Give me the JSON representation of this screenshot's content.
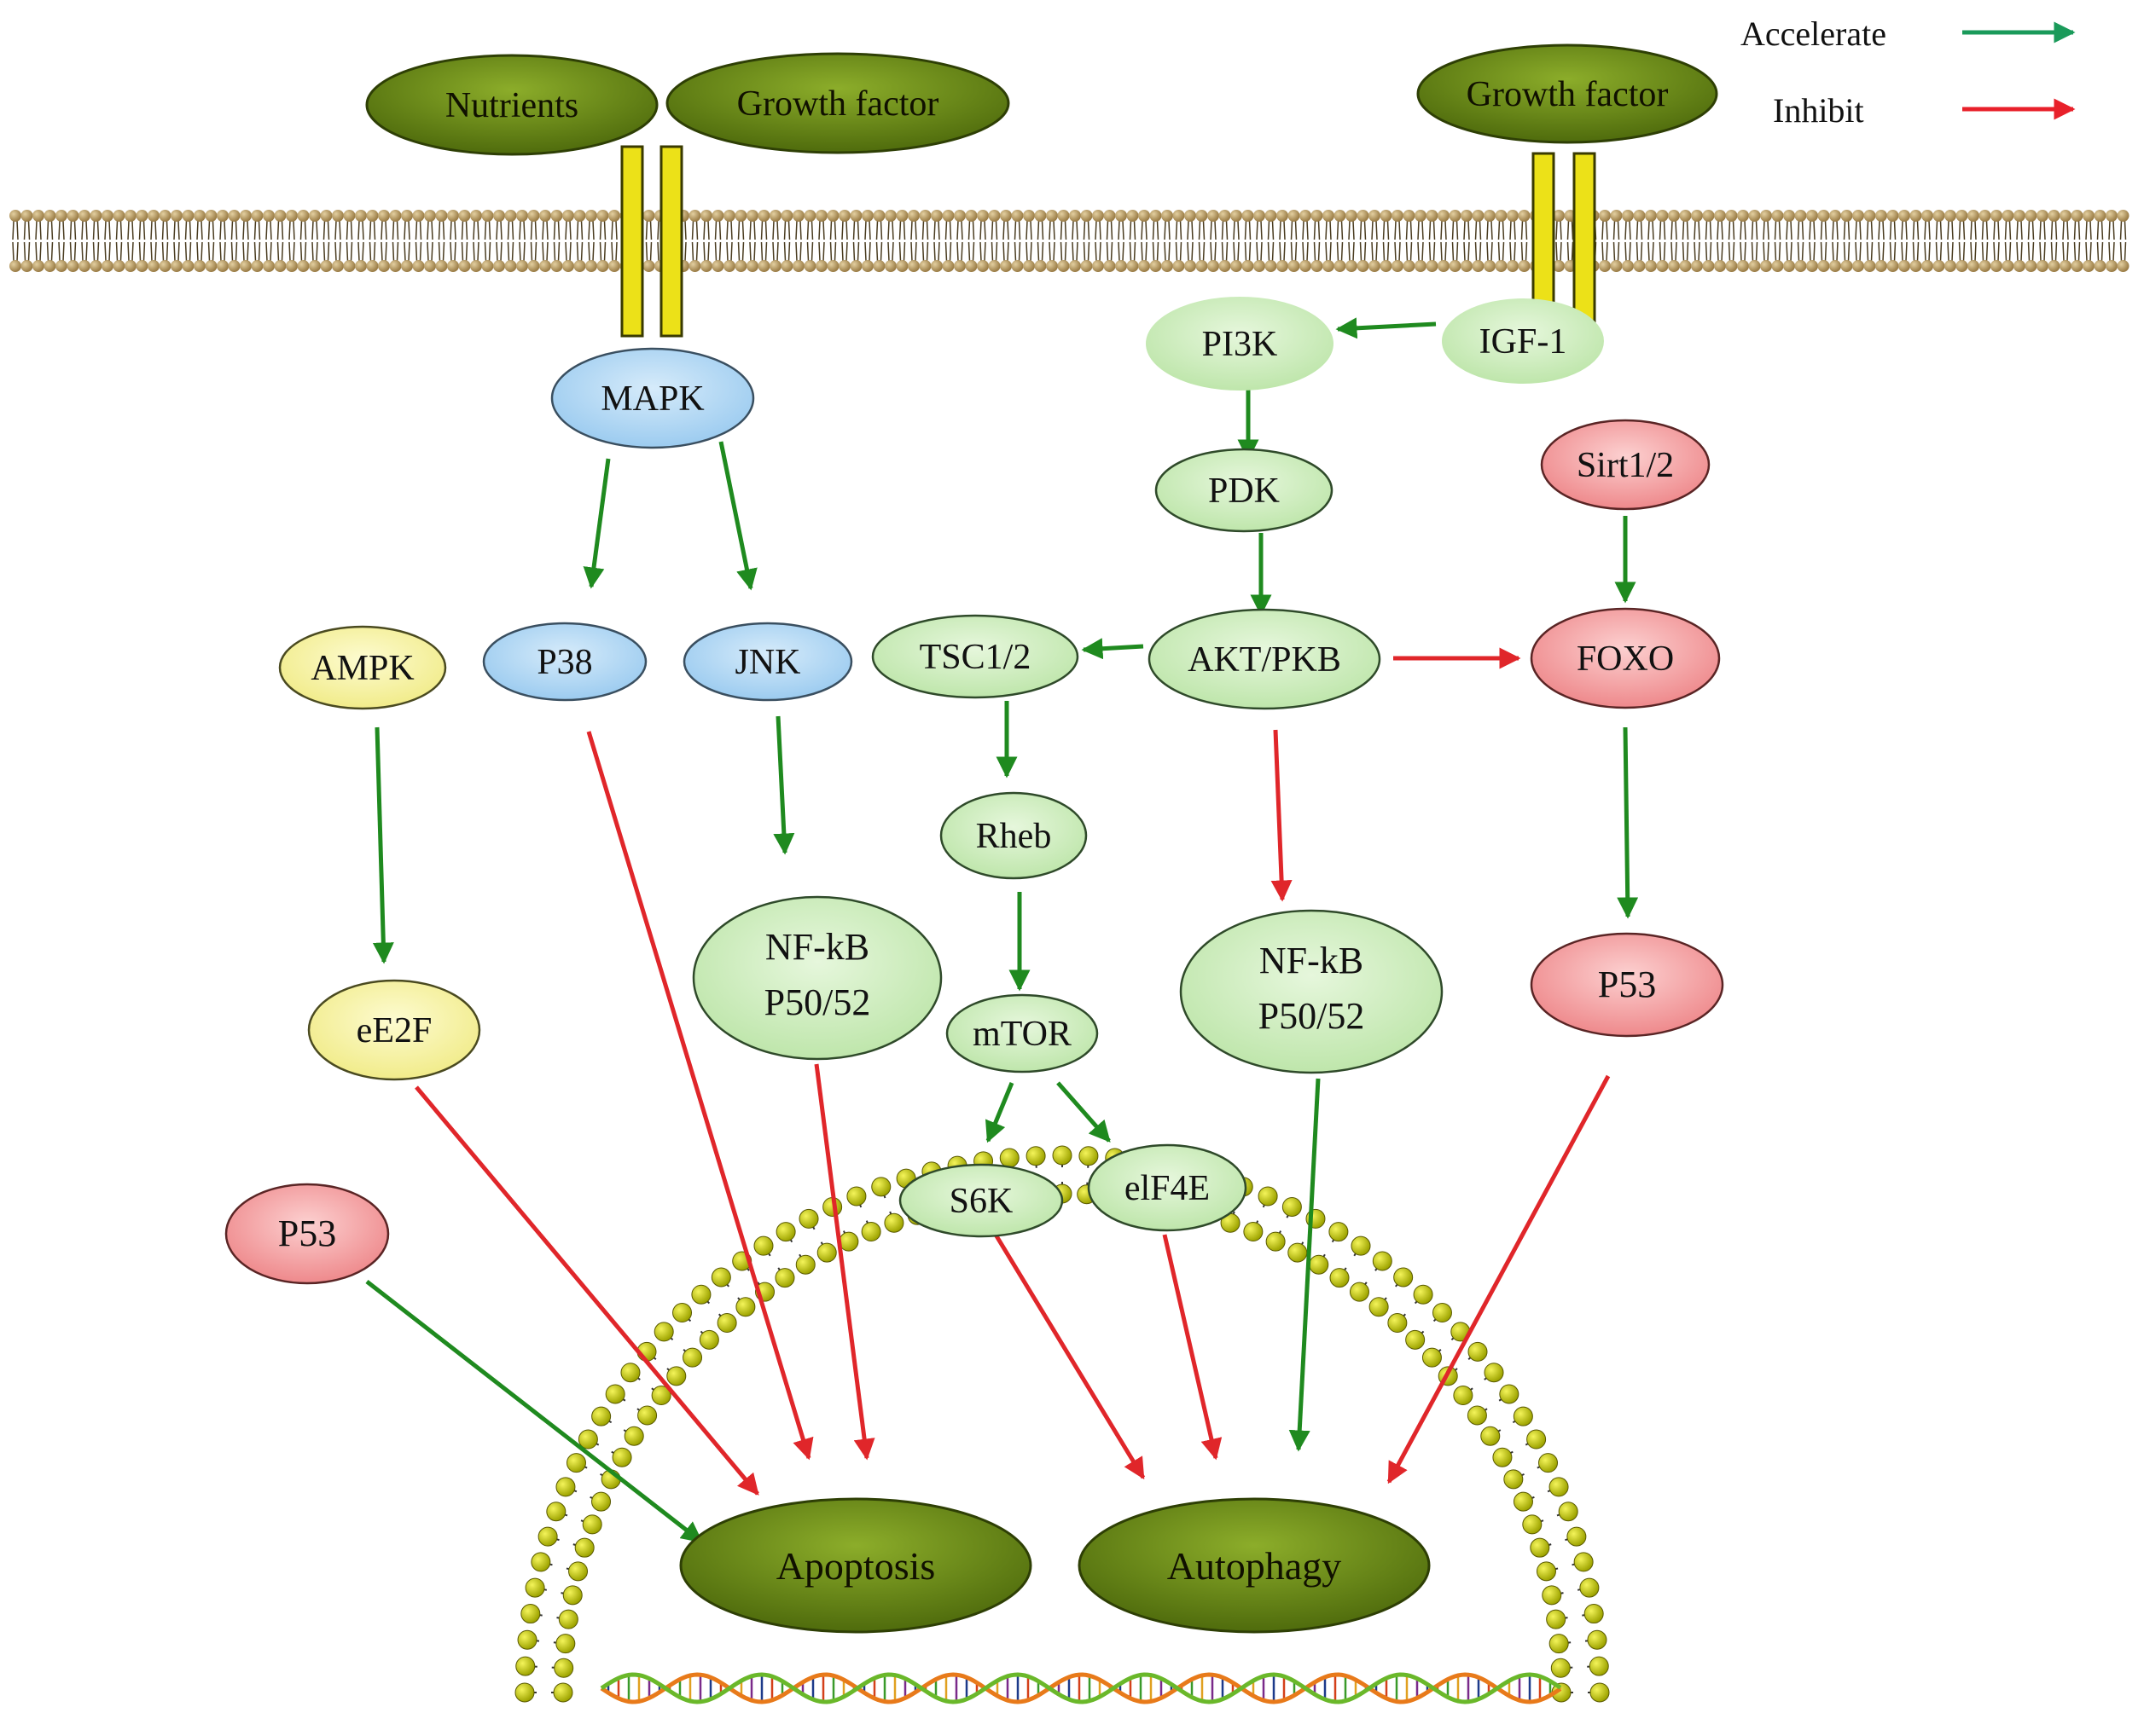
{
  "legend": {
    "accelerate": {
      "label": "Accelerate",
      "color": "#1a9a5a"
    },
    "inhibit": {
      "label": "Inhibit",
      "color": "#e8202a"
    }
  },
  "colors": {
    "membrane_head": "#a58a52",
    "receptor": "#ece118",
    "receptor_stroke": "#3a3a00",
    "ligand_fill": "#5a7a10",
    "outcome_fill": "#4d6b0a",
    "node_green": "#c8ecb6",
    "node_blue": "#a9d4f2",
    "node_yellow": "#f7f3a0",
    "node_red": "#f49a9c",
    "arrow_green": "#1f8a1f",
    "arrow_red": "#e0262a",
    "nuclear_bead": "#c4cc10"
  },
  "ligands": {
    "nutrients": "Nutrients",
    "growth_factor_left": "Growth factor",
    "growth_factor_right": "Growth factor"
  },
  "nodes": {
    "mapk": "MAPK",
    "igf1": "IGF-1",
    "pi3k": "PI3K",
    "pdk": "PDK",
    "sirt": "Sirt1/2",
    "ampk": "AMPK",
    "p38": "P38",
    "jnk": "JNK",
    "tsc": "TSC1/2",
    "akt": "AKT/PKB",
    "foxo": "FOXO",
    "rheb": "Rheb",
    "nfkb_left": [
      "NF-kB",
      "P50/52"
    ],
    "nfkb_right": [
      "NF-kB",
      "P50/52"
    ],
    "p53_right": "P53",
    "e2f": "eE2F",
    "mtor": "mTOR",
    "s6k": "S6K",
    "eif4e": "elF4E",
    "p53_left": "P53"
  },
  "outcomes": {
    "apoptosis": "Apoptosis",
    "autophagy": "Autophagy"
  }
}
